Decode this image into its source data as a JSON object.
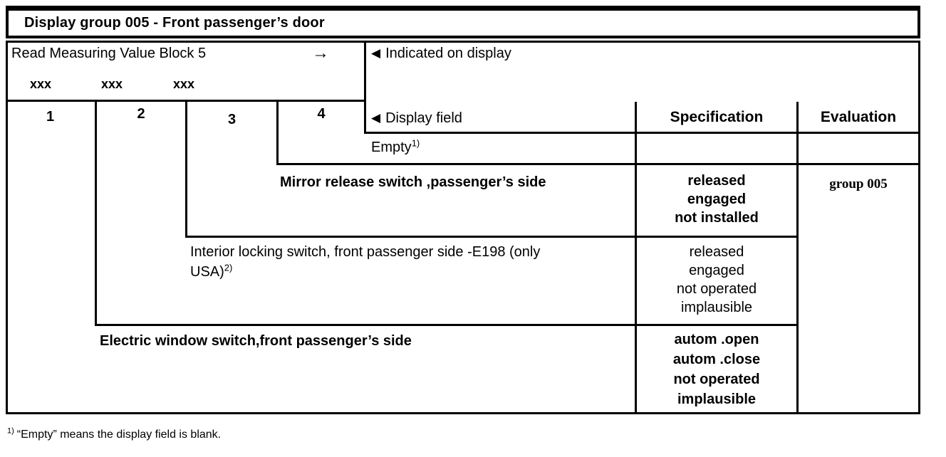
{
  "title": "Display group 005 - Front passenger’s door",
  "measuring_block": {
    "label": "Read Measuring Value Block 5",
    "arrow": "→",
    "values": [
      "xxx",
      "xxx",
      "xxx"
    ]
  },
  "display_pointer": {
    "marker": "◀",
    "indicated_label": "Indicated on display",
    "field_label": "Display field"
  },
  "field_numbers": [
    "1",
    "2",
    "3",
    "4"
  ],
  "column_headers": {
    "specification": "Specification",
    "evaluation": "Evaluation"
  },
  "rows": [
    {
      "field": "4",
      "label": "Empty",
      "sup": "1)",
      "spec": [],
      "eval": ""
    },
    {
      "field": "3",
      "label": "Mirror release switch ,passenger’s side",
      "spec": [
        "released",
        "engaged",
        "not installed"
      ],
      "eval": "group 005"
    },
    {
      "field": "2",
      "label": "Interior locking switch, front passenger side -E198 (only",
      "label2": "USA)",
      "sup": "2)",
      "spec": [
        "released",
        "engaged",
        "not operated",
        "implausible"
      ],
      "eval": ""
    },
    {
      "field": "1",
      "label": "Electric window switch,front passenger’s side",
      "spec": [
        "autom .open",
        "autom .close",
        "not operated",
        "implausible"
      ],
      "eval": ""
    }
  ],
  "footnote": {
    "sup": "1)",
    "text": "“Empty” means the display field is blank."
  },
  "colors": {
    "ink": "#000000",
    "paper": "#ffffff"
  }
}
